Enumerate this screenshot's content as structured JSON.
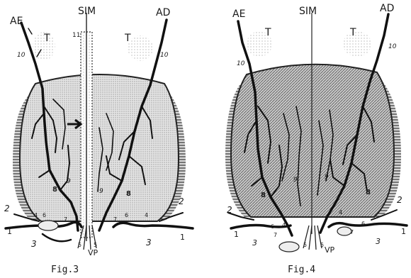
{
  "figures": [
    {
      "caption": "Fig.3",
      "labels": {
        "midline": "SIM",
        "left_artery": "AE",
        "right_artery": "AD",
        "left_testis": "T",
        "right_testis": "T",
        "vp": "VP",
        "n10_left": "10",
        "n10_right": "10",
        "n11": "11",
        "n9_left": "9",
        "n9_right": "9",
        "n8_left": "8",
        "n8_right": "8",
        "n7_left": "7",
        "n7_right": "7",
        "n6_left": "6",
        "n6_right": "6",
        "n5_left": "5",
        "n5_right": "5",
        "n4_left": "4",
        "n4_right": "4",
        "n3_left": "3",
        "n3_right": "3",
        "n2_left": "2",
        "n2_right": "2",
        "n1_left": "1",
        "n1_right": "1"
      }
    },
    {
      "caption": "Fig.4",
      "labels": {
        "midline": "SIM",
        "left_artery": "AE",
        "right_artery": "AD",
        "left_testis": "T",
        "right_testis": "T",
        "vp": "VP",
        "n10_left": "10",
        "n10_right": "10",
        "n9_left": "9",
        "n9_right": "9",
        "n8_left": "8",
        "n8_right": "8",
        "n7_left": "7",
        "n7_right": "7",
        "n6_left": "6",
        "n6_right": "6",
        "n5_left": "5",
        "n5_right": "5",
        "n4_left": "4",
        "n4_right": "4",
        "n3_left": "3",
        "n3_right": "3",
        "n2_left": "2",
        "n2_right": "2",
        "n1_left": "1",
        "n1_right": "1"
      }
    }
  ]
}
